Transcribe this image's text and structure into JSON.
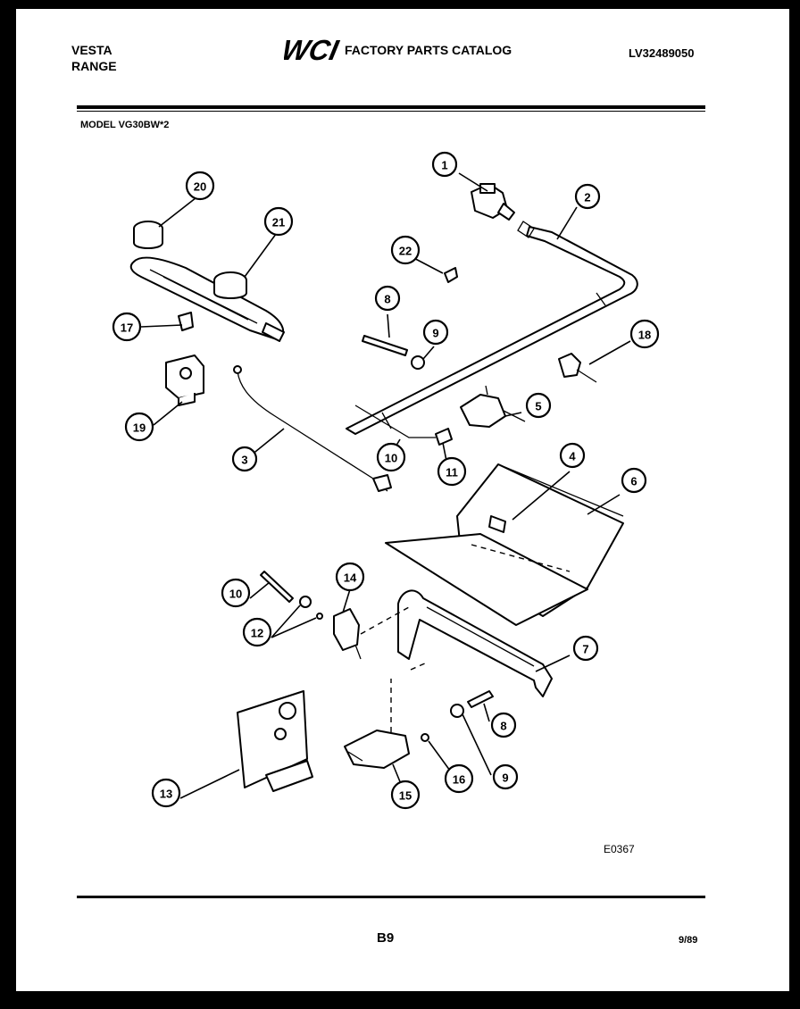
{
  "header": {
    "brand": "VESTA",
    "product": "RANGE",
    "logo_text": "WCI",
    "catalog_title": "FACTORY PARTS CATALOG",
    "catalog_number": "LV32489050",
    "model_line": "MODEL VG30BW*2"
  },
  "diagram": {
    "code": "E0367",
    "callouts": [
      {
        "id": "callout-1",
        "label": "1"
      },
      {
        "id": "callout-2",
        "label": "2"
      },
      {
        "id": "callout-3",
        "label": "3"
      },
      {
        "id": "callout-4",
        "label": "4"
      },
      {
        "id": "callout-5",
        "label": "5"
      },
      {
        "id": "callout-6",
        "label": "6"
      },
      {
        "id": "callout-7",
        "label": "7"
      },
      {
        "id": "callout-8a",
        "label": "8"
      },
      {
        "id": "callout-8b",
        "label": "8"
      },
      {
        "id": "callout-9a",
        "label": "9"
      },
      {
        "id": "callout-9b",
        "label": "9"
      },
      {
        "id": "callout-10a",
        "label": "10"
      },
      {
        "id": "callout-10b",
        "label": "10"
      },
      {
        "id": "callout-11",
        "label": "11"
      },
      {
        "id": "callout-12",
        "label": "12"
      },
      {
        "id": "callout-13",
        "label": "13"
      },
      {
        "id": "callout-14",
        "label": "14"
      },
      {
        "id": "callout-15",
        "label": "15"
      },
      {
        "id": "callout-16",
        "label": "16"
      },
      {
        "id": "callout-17",
        "label": "17"
      },
      {
        "id": "callout-18",
        "label": "18"
      },
      {
        "id": "callout-19",
        "label": "19"
      },
      {
        "id": "callout-20",
        "label": "20"
      },
      {
        "id": "callout-21",
        "label": "21"
      },
      {
        "id": "callout-22",
        "label": "22"
      }
    ]
  },
  "footer": {
    "page_number": "B9",
    "date": "9/89"
  }
}
